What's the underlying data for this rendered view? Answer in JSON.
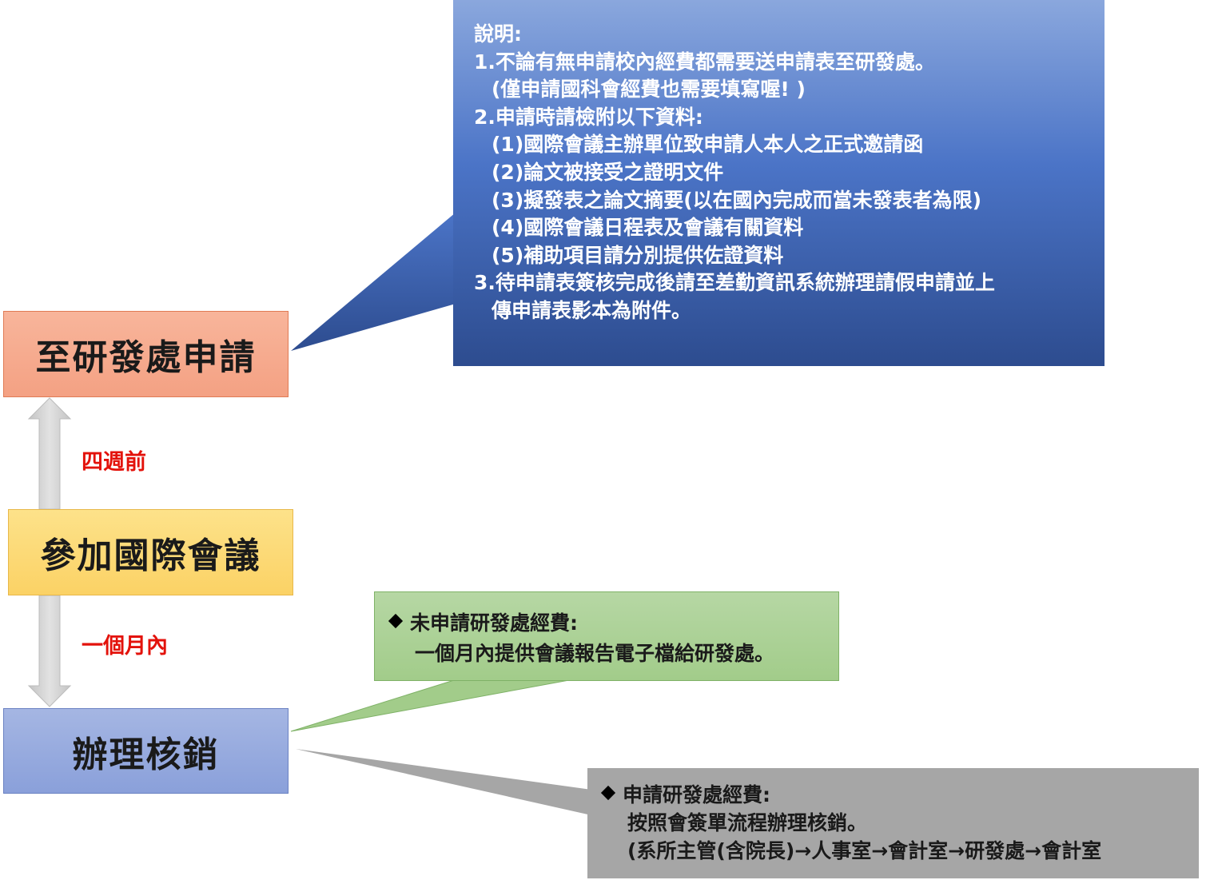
{
  "steps": {
    "apply": "至研發處申請",
    "attend": "參加國際會議",
    "reimburse": "辦理核銷"
  },
  "timing": {
    "before": "四週前",
    "after": "一個月內"
  },
  "callouts": {
    "apply": {
      "lines": [
        "說明:",
        "1.不論有無申請校內經費都需要送申請表至研發處。",
        "(僅申請國科會經費也需要填寫喔! )",
        "2.申請時請檢附以下資料:",
        "(1)國際會議主辦單位致申請人本人之正式邀請函",
        "(2)論文被接受之證明文件",
        "(3)擬發表之論文摘要(以在國內完成而當未發表者為限)",
        "(4)國際會議日程表及會議有關資料",
        "(5)補助項目請分別提供佐證資料",
        "3.待申請表簽核完成後請至差勤資訊系統辦理請假申請並上",
        "傳申請表影本為附件。"
      ]
    },
    "no_fund": {
      "title": "未申請研發處經費:",
      "body": "一個月內提供會議報告電子檔給研發處。"
    },
    "fund": {
      "title": "申請研發處經費:",
      "body1": "按照會簽單流程辦理核銷。",
      "body2": "(系所主管(含院長)→人事室→會計室→研發處→會計室"
    }
  },
  "colors": {
    "apply_step": "#f4a183",
    "attend_step": "#fbd265",
    "reimburse_step": "#8aa0da",
    "timing_text": "#e3120b",
    "apply_callout": "#4b74c7",
    "no_fund_callout": "#a2cc8a",
    "fund_callout": "#a6a6a6"
  }
}
